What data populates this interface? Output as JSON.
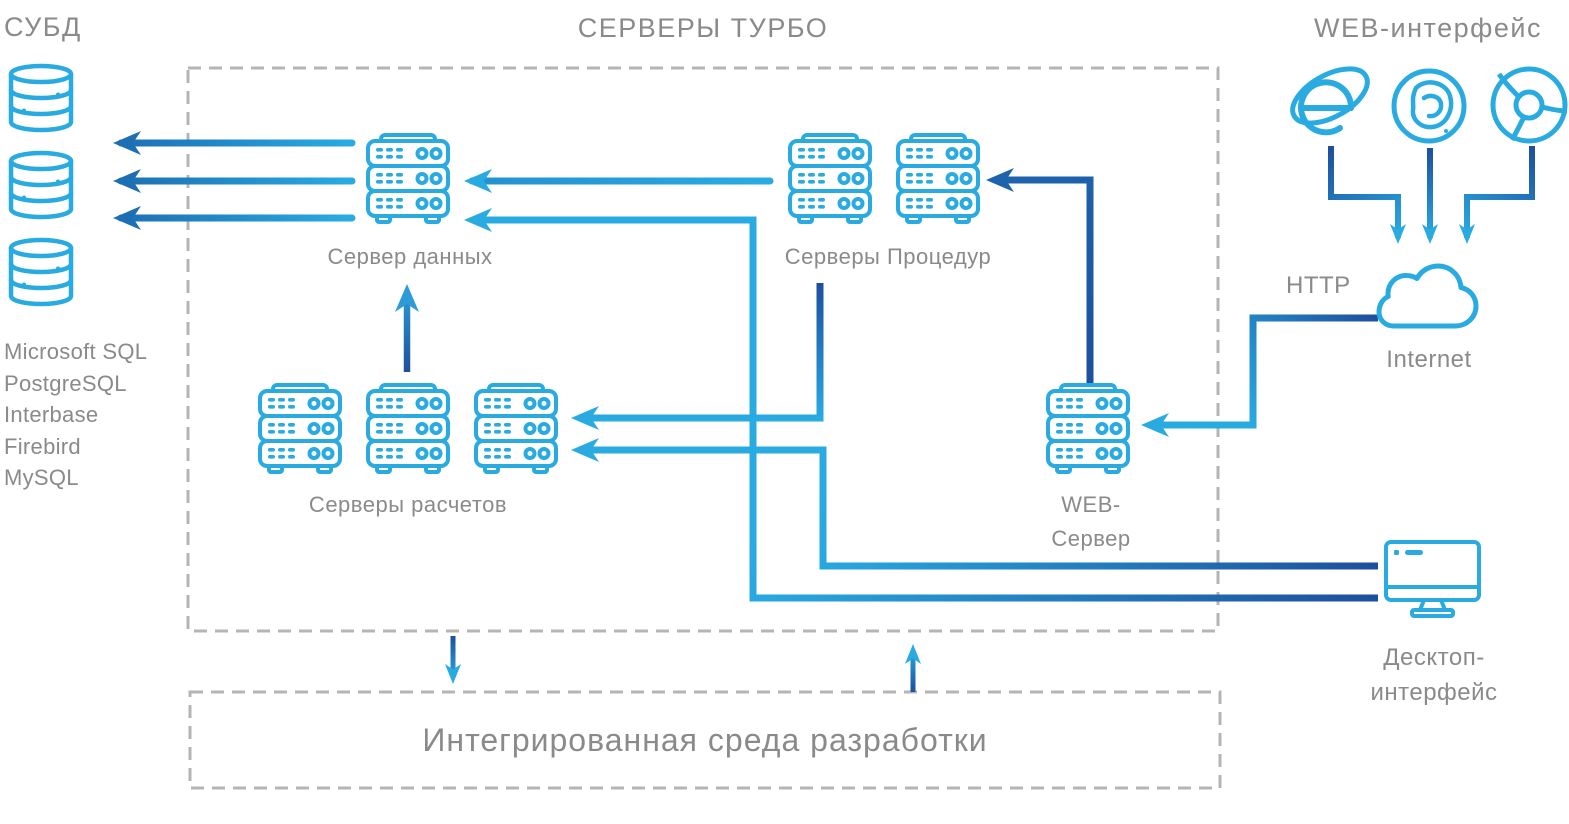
{
  "colors": {
    "accent_cyan": "#29abe2",
    "accent_navy": "#1d4f9e",
    "accent_mid_blue": "#1d6fb4",
    "text_gray": "#8a8a8a",
    "dashed_border_gray": "#b5b5b5",
    "background": "#ffffff"
  },
  "dbms": {
    "title": "СУБД",
    "engines": [
      "Microsoft SQL",
      "PostgreSQL",
      "Interbase",
      "Firebird",
      "MySQL"
    ]
  },
  "turbo": {
    "title": "СЕРВЕРЫ ТУРБО",
    "data_server": "Сервер данных",
    "procedure_servers": "Серверы Процедур",
    "calc_servers": "Серверы расчетов",
    "web_server_line1": "WEB-",
    "web_server_line2": "Сервер"
  },
  "web_interface": {
    "title": "WEB-интерфейс",
    "http": "HTTP",
    "internet": "Internet"
  },
  "desktop_interface": {
    "line1": "Десктоп-",
    "line2": "интерфейс"
  },
  "ide": {
    "title": "Интегрированная среда разработки"
  },
  "icons": [
    "database-icon",
    "server-stack-icon",
    "ie-browser-icon",
    "firefox-browser-icon",
    "chrome-browser-icon",
    "cloud-icon",
    "monitor-icon"
  ]
}
